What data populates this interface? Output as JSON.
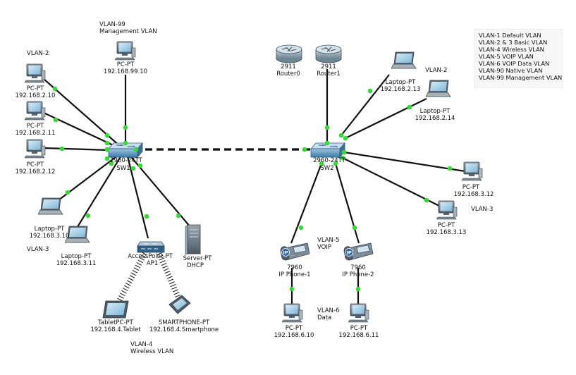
{
  "legend": [
    "VLAN-1 Default VLAN",
    "VLAN-2 & 3 Basic VLAN",
    "VLAN-4 Wireless VLAN",
    "VLAN-5 VOIP VLAN",
    "VLAN-6 VOIP Data VLAN",
    "VLAN-90 Native VLAN",
    "VLAN-99 Management VLAN"
  ],
  "zones": {
    "vlan99": "VLAN-99",
    "vlan99_desc": "Management VLAN",
    "vlan2_left": "VLAN-2",
    "vlan3_left": "VLAN-3",
    "vlan4": "VLAN-4",
    "vlan4_desc": "Wireless VLAN",
    "vlan2_right": "VLAN-2",
    "vlan3_right": "VLAN-3",
    "vlan5": "VLAN-5",
    "vlan5_desc": "VOIP",
    "vlan6": "VLAN-6",
    "vlan6_desc": "Data"
  },
  "switches": {
    "sw1": {
      "model": "2960-24TT",
      "name": "SW1"
    },
    "sw2": {
      "model": "2960-24TT",
      "name": "SW2"
    }
  },
  "routers": {
    "r0": {
      "model": "2911",
      "name": "Router0"
    },
    "r1": {
      "model": "2911",
      "name": "Router1"
    }
  },
  "devices": {
    "mgmt_pc": {
      "type": "PC-PT",
      "ip": "192.168.99.10"
    },
    "pc1": {
      "type": "PC-PT",
      "ip": "192.168.2.10"
    },
    "pc2": {
      "type": "PC-PT",
      "ip": "192.168.2.11"
    },
    "pc3": {
      "type": "PC-PT",
      "ip": "192.168.2.12"
    },
    "laptop1": {
      "type": "Laptop-PT",
      "ip": "192.168.3.10"
    },
    "laptop2": {
      "type": "Laptop-PT",
      "ip": "192.168.3.11"
    },
    "ap": {
      "type": "AccessPoint-PT",
      "name": "AP1"
    },
    "server": {
      "type": "Server-PT",
      "name": "DHCP"
    },
    "tablet": {
      "type": "TabletPC-PT",
      "ip": "192.168.4.Tablet"
    },
    "phone": {
      "type": "SMARTPHONE-PT",
      "ip": "192.168.4.Smartphone"
    },
    "laptop3": {
      "type": "Laptop-PT",
      "ip": "192.168.2.13"
    },
    "laptop4": {
      "type": "Laptop-PT",
      "ip": "192.168.2.14"
    },
    "pc4": {
      "type": "PC-PT",
      "ip": "192.168.3.12"
    },
    "pc5": {
      "type": "PC-PT",
      "ip": "192.168.3.13"
    },
    "ipphone1": {
      "model": "7960",
      "name": "IP Phone-1"
    },
    "ipphone2": {
      "model": "7960",
      "name": "IP Phone-2"
    },
    "pc6": {
      "type": "PC-PT",
      "ip": "192.168.6.10"
    },
    "pc7": {
      "type": "PC-PT",
      "ip": "192.168.6.11"
    }
  },
  "colors": {
    "link": "#111111",
    "port": "#39d839",
    "switch": "#4b88b3",
    "device": "#5d6b78"
  }
}
